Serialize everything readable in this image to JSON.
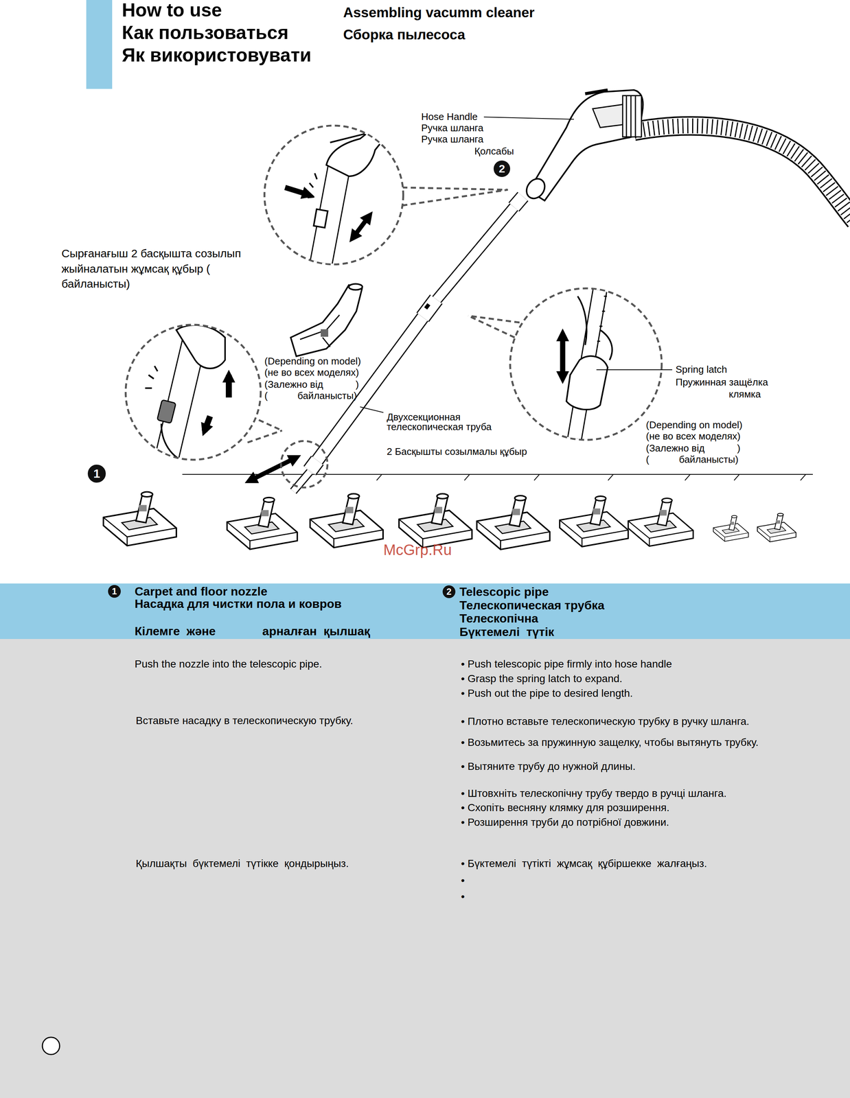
{
  "diagram": {
    "title": "How to use",
    "nodes": [
      {
        "text": [
          "Carpet and floor nozzle",
          "Насадка для чистки пола и ковров",
          "Кілемге  және              арналған  қылшақ"
        ]
      },
      {
        "text": [
          "Telescopic pipe",
          "Телескопическая трубка",
          "Телескопічна",
          "Бүктемелі  түтік"
        ]
      }
    ],
    "labels": [
      "Как пользоваться",
      "Як використовувати",
      "Assembling vacumm cleaner",
      "Сборка пылесоса",
      "Hose Handle",
      "Ручка шланга",
      "Ручка шланга",
      "Қолсабы",
      "2",
      "Сырғанағыш 2 басқышта созылып жыйналатын жұмсақ құбыр (           байланысты)",
      "(Depending on model)",
      "(не во всех моделях)",
      "(Залежно від            )",
      "(           байланысты)",
      "Двухсекционная телескопическая труба",
      "2 Басқышты созылмалы құбыр",
      "Spring latch",
      "Пружинная защёлка",
      "клямка",
      "(Depending on model)",
      "(не во всех моделях)",
      "(Залежно від            )",
      "(           байланысты)",
      "1",
      "McGrp.Ru",
      "1",
      "2",
      "Push the nozzle into the telescopic pipe.",
      "Вставьте насадку в телескопическую трубку.",
      "Қылшақты  бүктемелі  түтікке  қондырыңыз.",
      "• Push telescopic pipe firmly into hose handle",
      "• Grasp the spring latch to expand.",
      "• Push out the pipe to desired length.",
      "• Плотно вставьте телескопическую трубку в ручку шланга.",
      "• Возьмитесь за пружинную защелку, чтобы вытянуть трубку.",
      "• Вытяните трубу до нужной длины.",
      "• Штовхніть телескопічну трубу твердо в ручці шланга.",
      "• Схопіть весняну клямку для розширення.",
      "• Розширення труби до потрібної довжини.",
      "• Бүктемелі  түтікті  жұмсақ  құбіршекке  жалғаңыз.",
      "•",
      "•"
    ]
  }
}
